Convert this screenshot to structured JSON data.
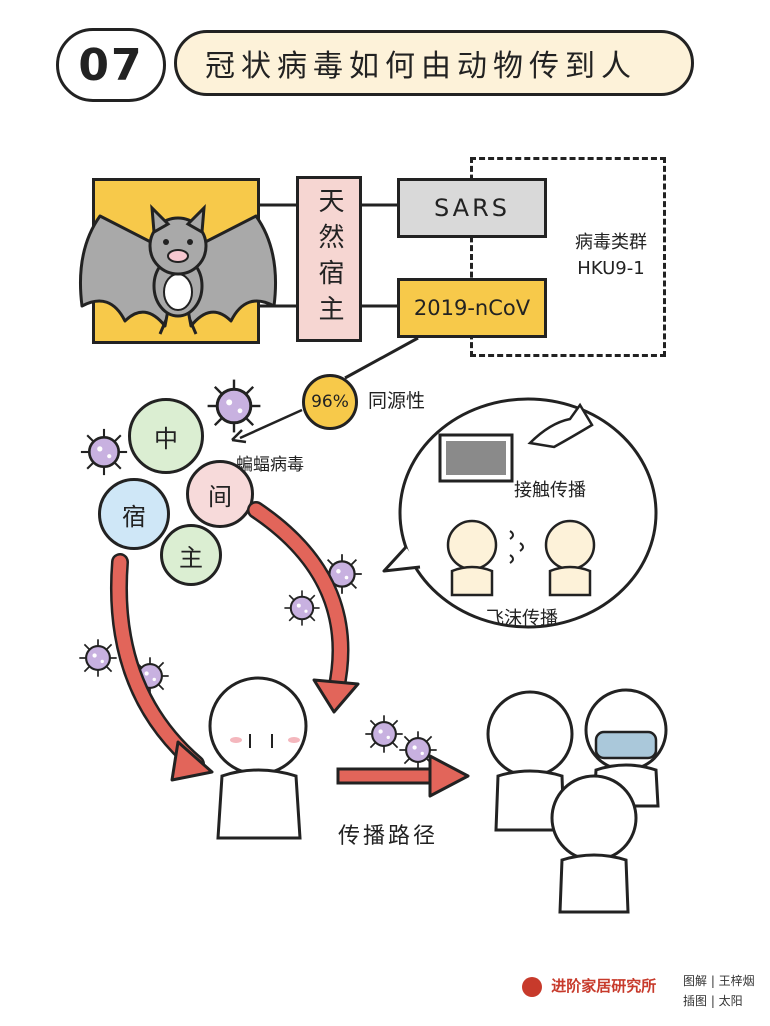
{
  "header": {
    "number": "07",
    "title": "冠状病毒如何由动物传到人"
  },
  "diagram": {
    "host_label": "天然宿主",
    "sars_label": "SARS",
    "ncov_label": "2019-nCoV",
    "group_label_line1": "病毒类群",
    "group_label_line2": "HKU9-1",
    "homology_percent": "96%",
    "homology_label": "同源性",
    "bat_virus_label": "蝙蝠病毒",
    "intermediate_host": [
      "中",
      "间",
      "宿",
      "主"
    ],
    "contact_label": "接触传播",
    "droplet_label": "飞沫传播",
    "route_label": "传播路径"
  },
  "footer": {
    "logo_text": "进阶家居研究所",
    "credit_text": "图解 | 王梓烟",
    "credit_illustration": "插图 | 太阳"
  },
  "colors": {
    "yellow": "#f7c94a",
    "pink": "#f6d6d2",
    "gray_box": "#d9d9d9",
    "virus": "#c8b1e0",
    "arrow_red": "#e2655a",
    "circle_green": "#dbeed2",
    "circle_blue": "#cfe7f7",
    "circle_pink": "#f7dada"
  }
}
